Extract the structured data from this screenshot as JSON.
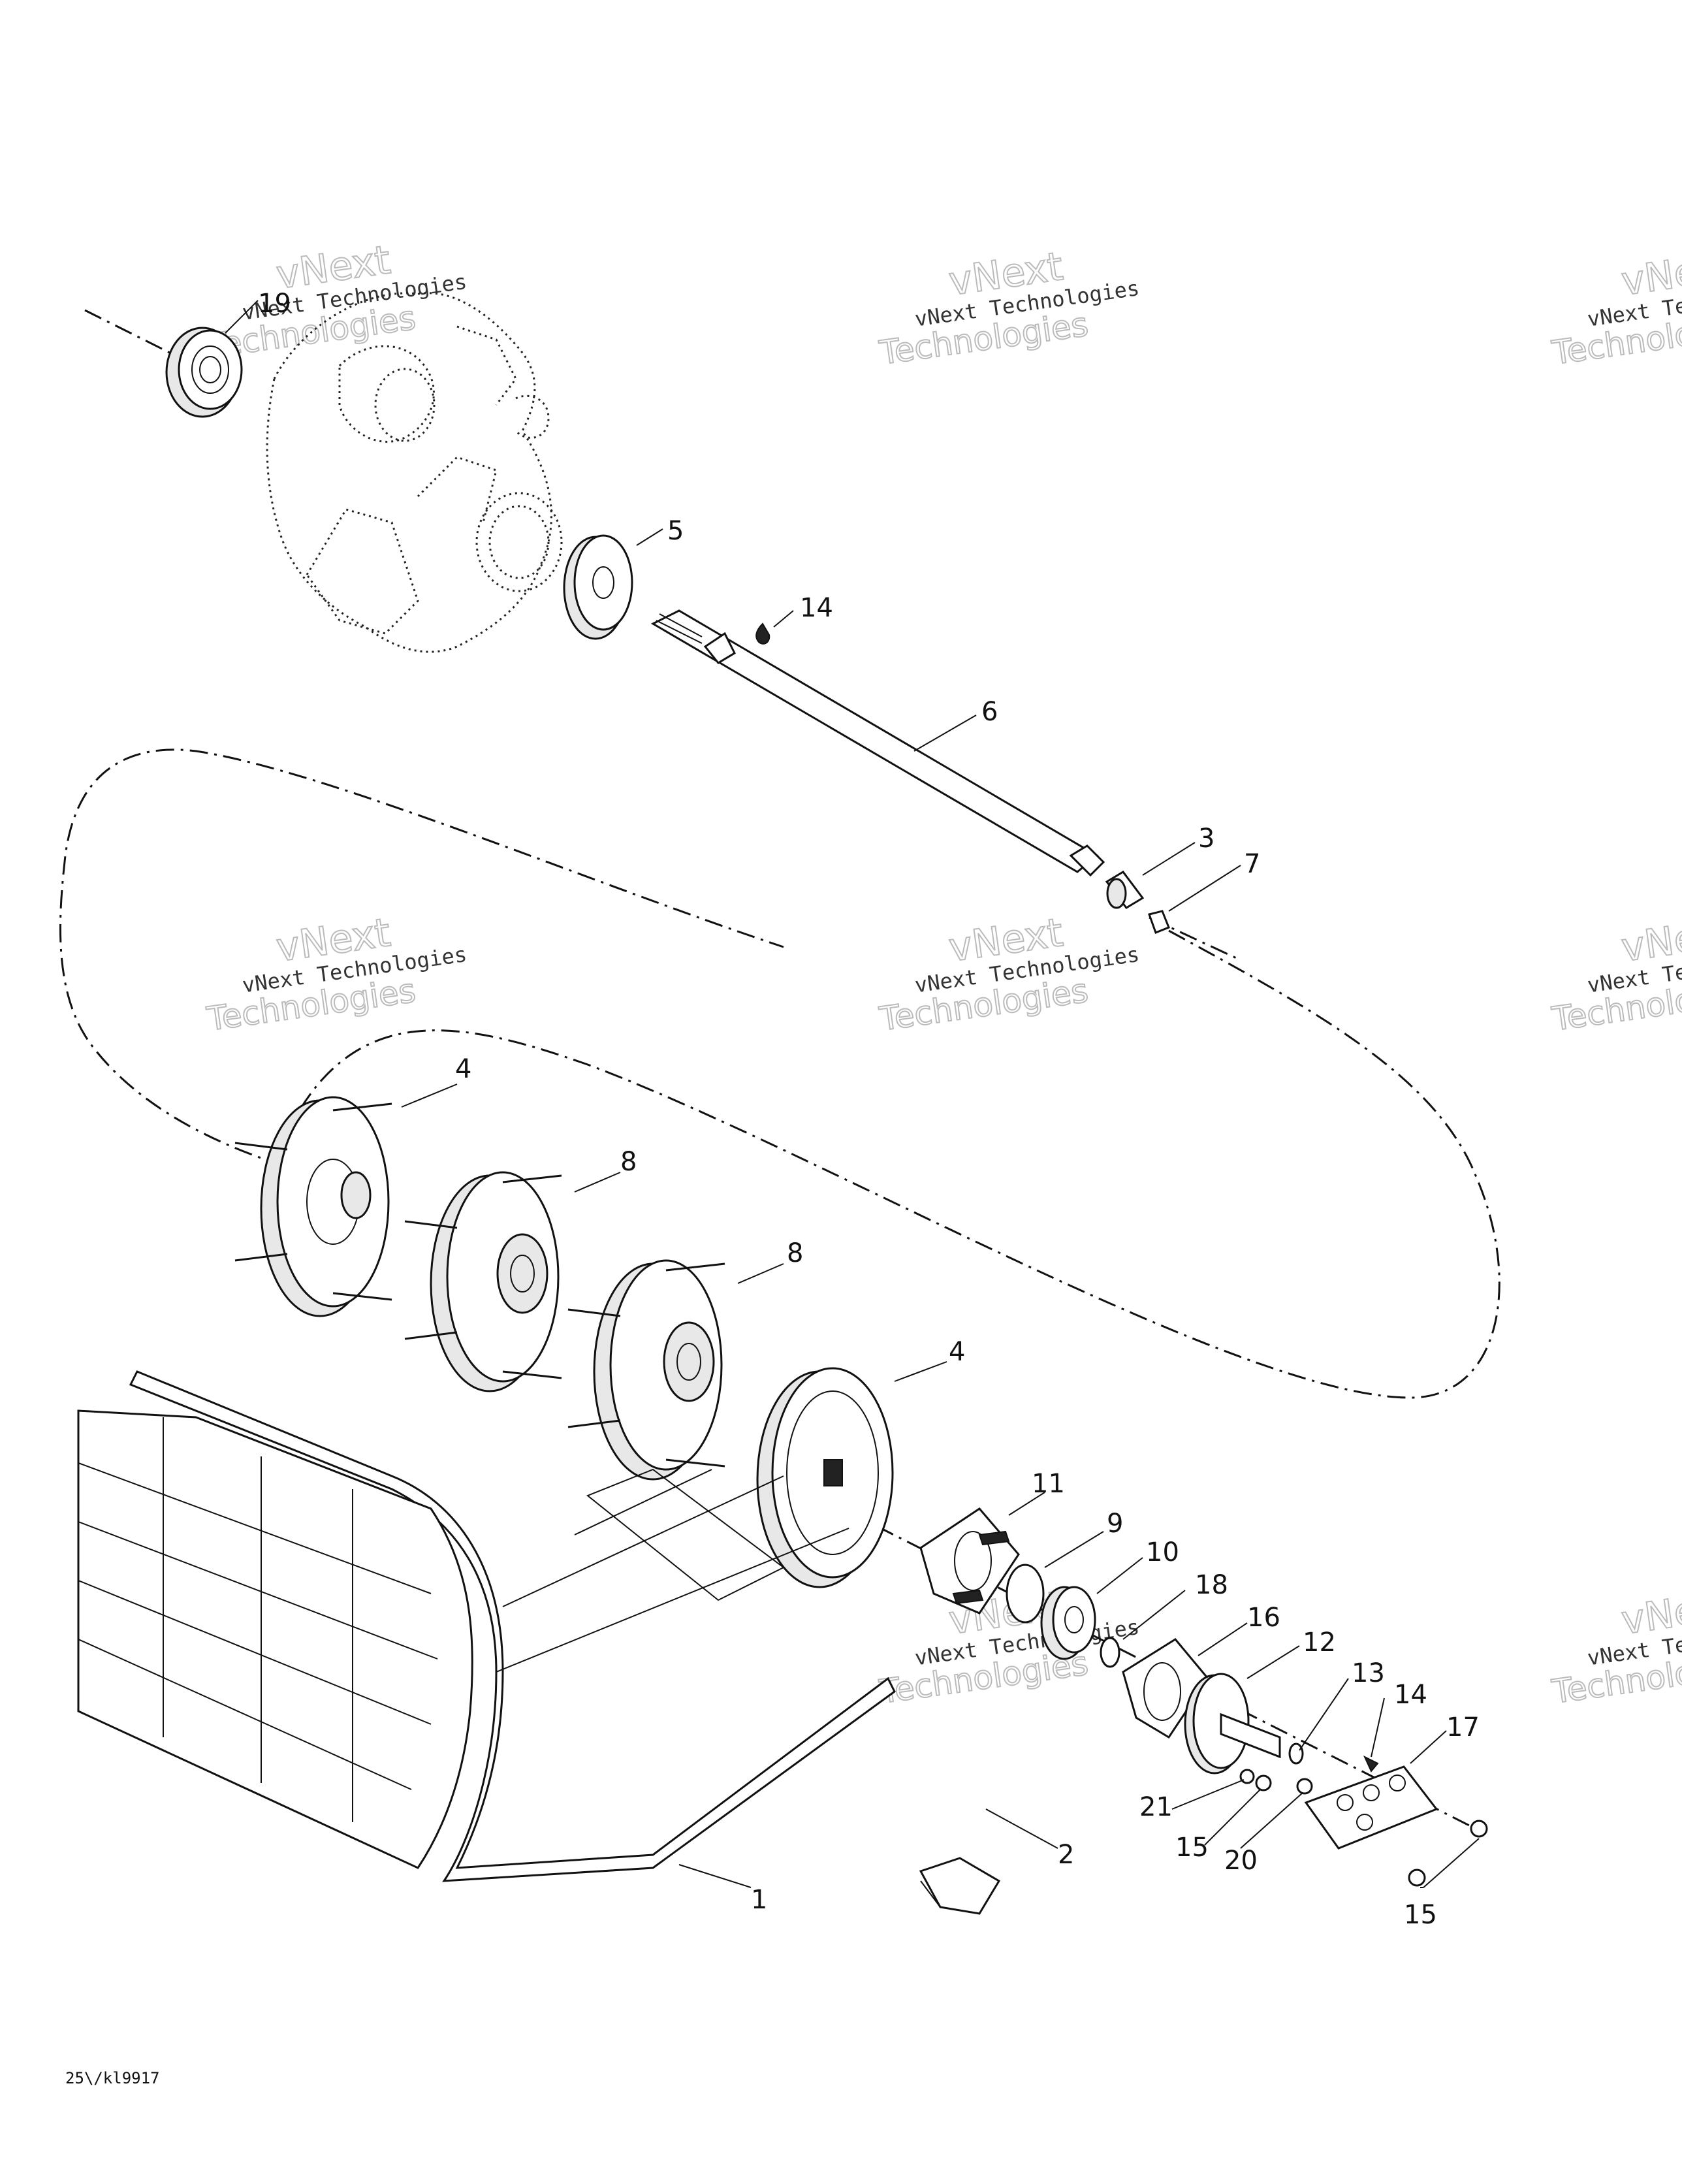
{
  "drawing_id": "25\\/kl9917",
  "watermark": {
    "line1": "vNext Technologies",
    "line2": "vNext",
    "line3": "Technologies"
  },
  "callouts": {
    "c19": "19",
    "c5": "5",
    "c14a": "14",
    "c6": "6",
    "c3": "3",
    "c7": "7",
    "c4a": "4",
    "c8a": "8",
    "c8b": "8",
    "c4b": "4",
    "c11": "11",
    "c9": "9",
    "c10": "10",
    "c18": "18",
    "c16": "16",
    "c12": "12",
    "c13": "13",
    "c14b": "14",
    "c17": "17",
    "c21": "21",
    "c15a": "15",
    "c20": "20",
    "c15b": "15",
    "c2": "2",
    "c1": "1"
  }
}
